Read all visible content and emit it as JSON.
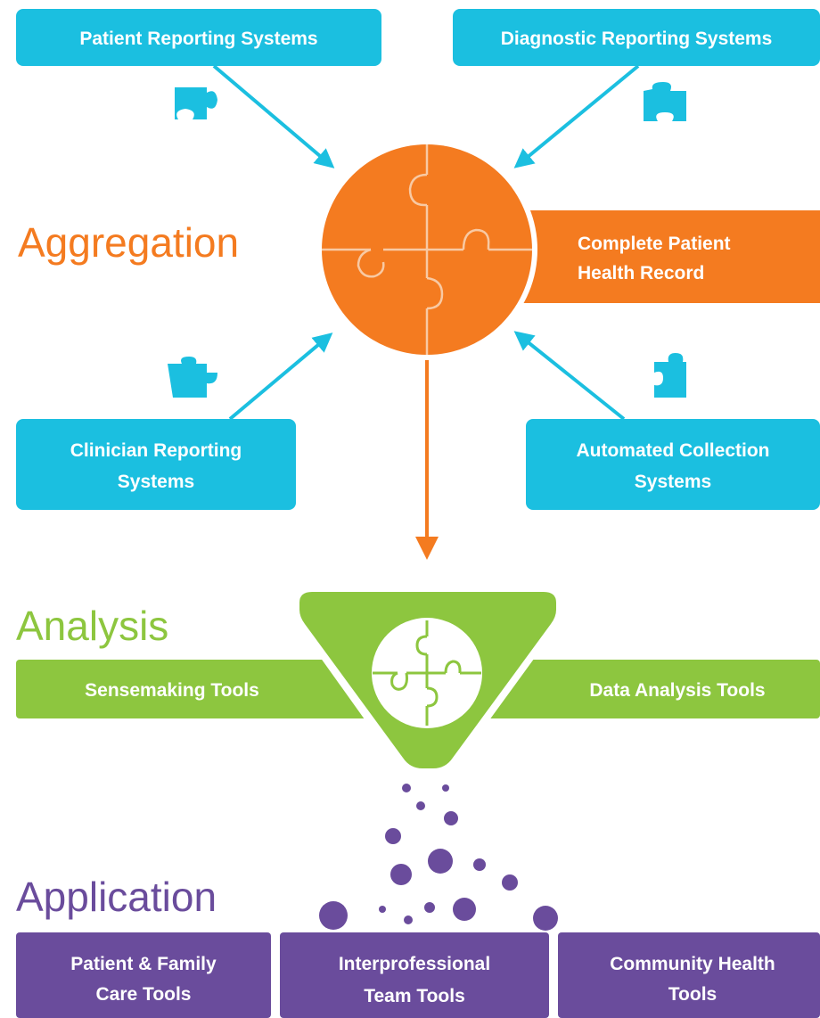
{
  "stages": {
    "aggregation": "Aggregation",
    "analysis": "Analysis",
    "application": "Application"
  },
  "sources": {
    "patient_reporting": [
      "Patient Reporting Systems"
    ],
    "diagnostic_reporting": [
      "Diagnostic Reporting Systems"
    ],
    "clinician_reporting": [
      "Clinician Reporting",
      "Systems"
    ],
    "automated_collection": [
      "Automated Collection",
      "Systems"
    ]
  },
  "output": {
    "complete_record": [
      "Complete Patient",
      "Health Record"
    ]
  },
  "analysis_tools": {
    "sensemaking": "Sensemaking Tools",
    "data_analysis": "Data Analysis Tools"
  },
  "application_tools": {
    "patient_family": [
      "Patient & Family",
      "Care Tools"
    ],
    "interprofessional": [
      "Interprofessional",
      "Team Tools"
    ],
    "community_health": [
      "Community Health",
      "Tools"
    ]
  },
  "colors": {
    "cyan": "#1bbfe0",
    "orange": "#f47b20",
    "green": "#8dc63f",
    "purple": "#6a4c9c",
    "white": "#ffffff"
  }
}
